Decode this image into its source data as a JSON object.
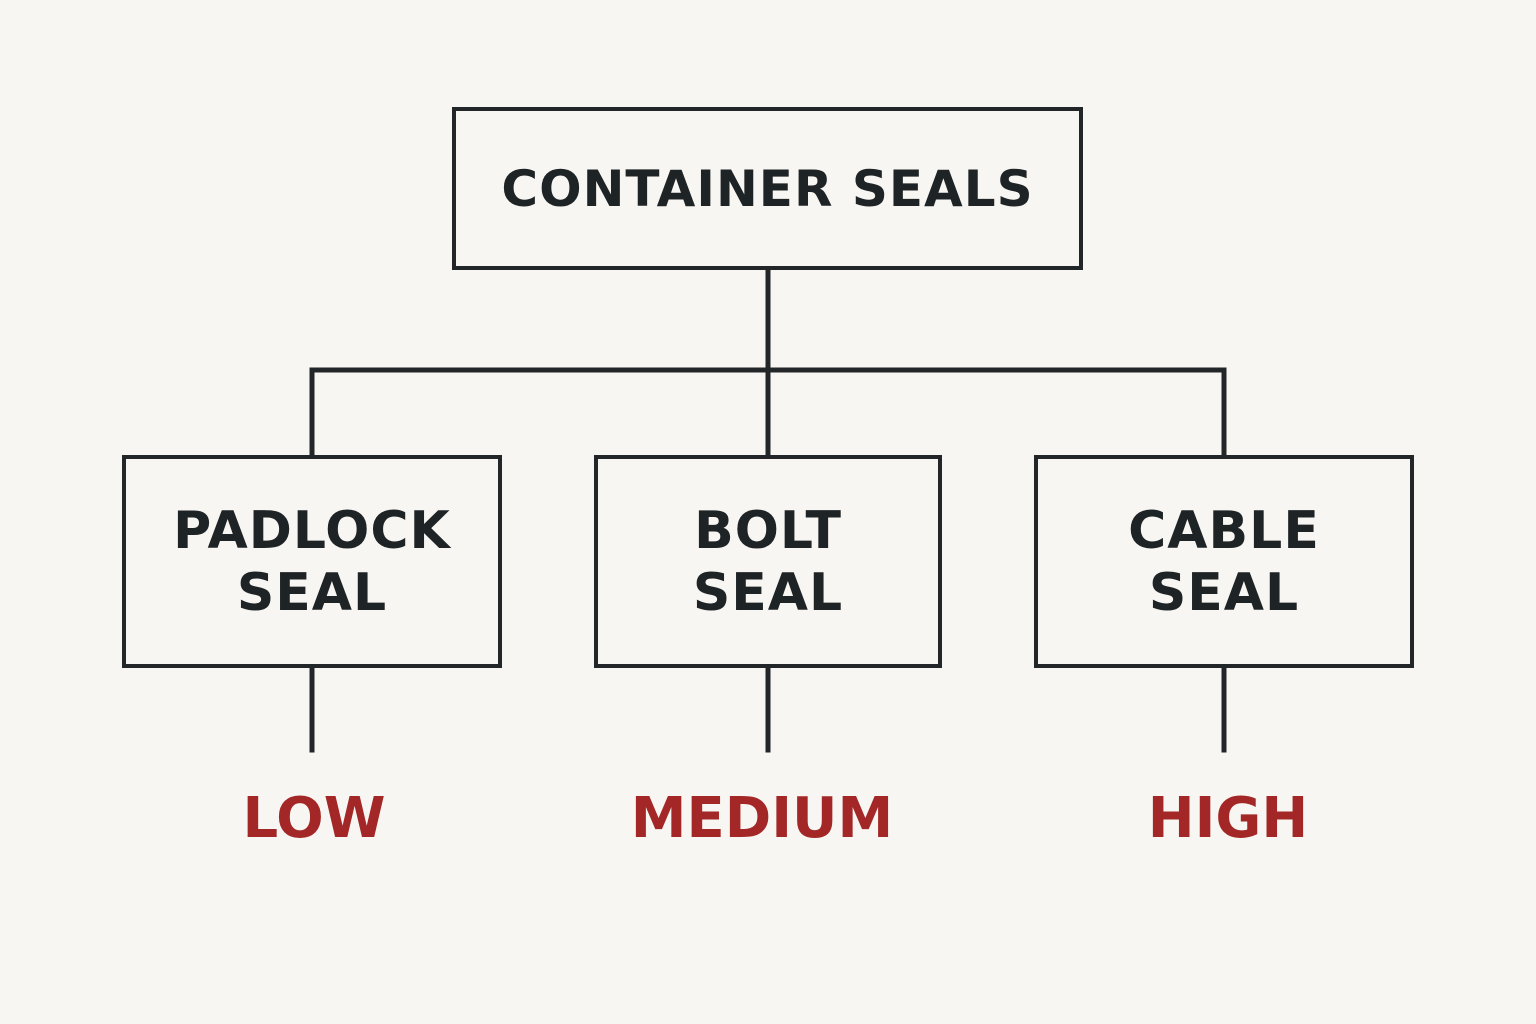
{
  "diagram": {
    "root": {
      "label": "CONTAINER SEALS"
    },
    "children": [
      {
        "line1": "PADLOCK",
        "line2": "SEAL",
        "level": "LOW"
      },
      {
        "line1": "BOLT",
        "line2": "SEAL",
        "level": "MEDIUM"
      },
      {
        "line1": "CABLE",
        "line2": "SEAL",
        "level": "HIGH"
      }
    ],
    "colors": {
      "background": "#f8f6f2",
      "line": "#222628",
      "text": "#1e2326",
      "level_text": "#a32727"
    }
  }
}
